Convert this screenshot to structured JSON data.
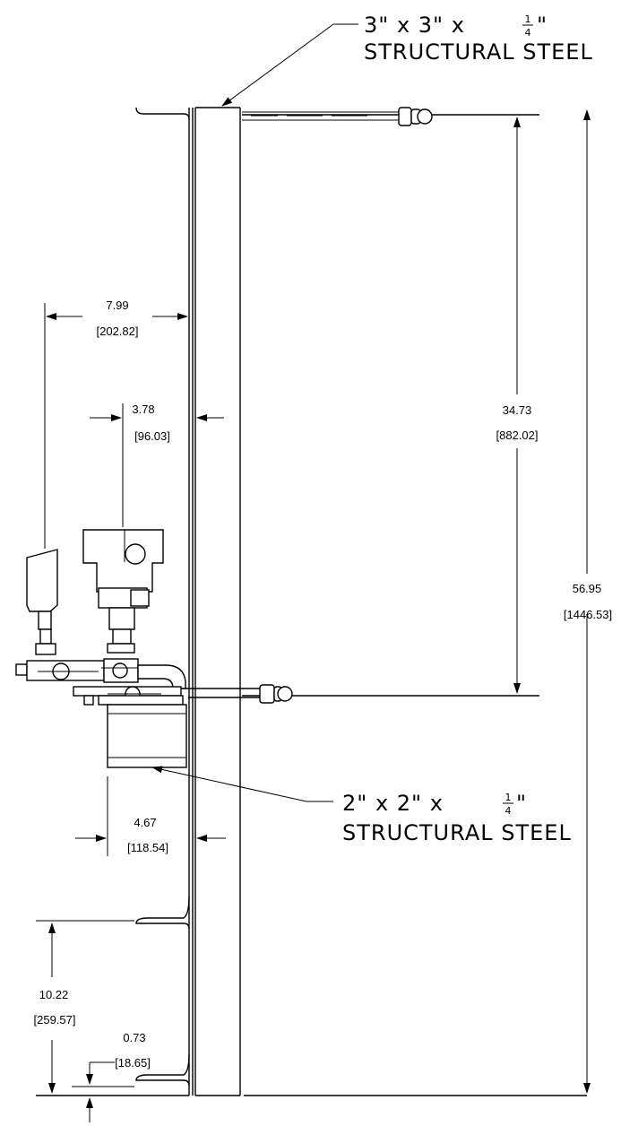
{
  "callouts": {
    "top_size": "3\" x 3\" x",
    "top_frac_num": "1",
    "top_frac_den": "4",
    "top_quote": "\"",
    "top_label": "STRUCTURAL STEEL",
    "bottom_size": "2\" x 2\" x",
    "bottom_frac_num": "1",
    "bottom_frac_den": "4",
    "bottom_quote": "\"",
    "bottom_label": "STRUCTURAL STEEL"
  },
  "dimensions": {
    "d1": {
      "in": "7.99",
      "mm": "[202.82]"
    },
    "d2": {
      "in": "3.78",
      "mm": "[96.03]"
    },
    "d3": {
      "in": "34.73",
      "mm": "[882.02]"
    },
    "d4": {
      "in": "56.95",
      "mm": "[1446.53]"
    },
    "d5": {
      "in": "4.67",
      "mm": "[118.54]"
    },
    "d6": {
      "in": "10.22",
      "mm": "[259.57]"
    },
    "d7": {
      "in": "0.73",
      "mm": "[18.65]"
    }
  }
}
